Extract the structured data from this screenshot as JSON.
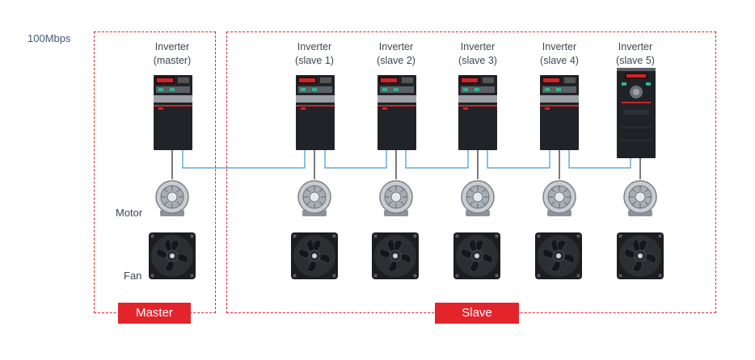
{
  "network": {
    "speed_label": "100Mbps"
  },
  "groups": {
    "master_tag": "Master",
    "slave_tag": "Slave"
  },
  "row_labels": {
    "motor": "Motor",
    "fan": "Fan"
  },
  "units": [
    {
      "line1": "Inverter",
      "line2": "(master)"
    },
    {
      "line1": "Inverter",
      "line2": "(slave 1)"
    },
    {
      "line1": "Inverter",
      "line2": "(slave 2)"
    },
    {
      "line1": "Inverter",
      "line2": "(slave 3)"
    },
    {
      "line1": "Inverter",
      "line2": "(slave 4)"
    },
    {
      "line1": "Inverter",
      "line2": "(slave 5)"
    }
  ],
  "colors": {
    "accent": "#e3242b",
    "network_cable": "#3d9bd6",
    "inverter_body": "#1f2226"
  }
}
